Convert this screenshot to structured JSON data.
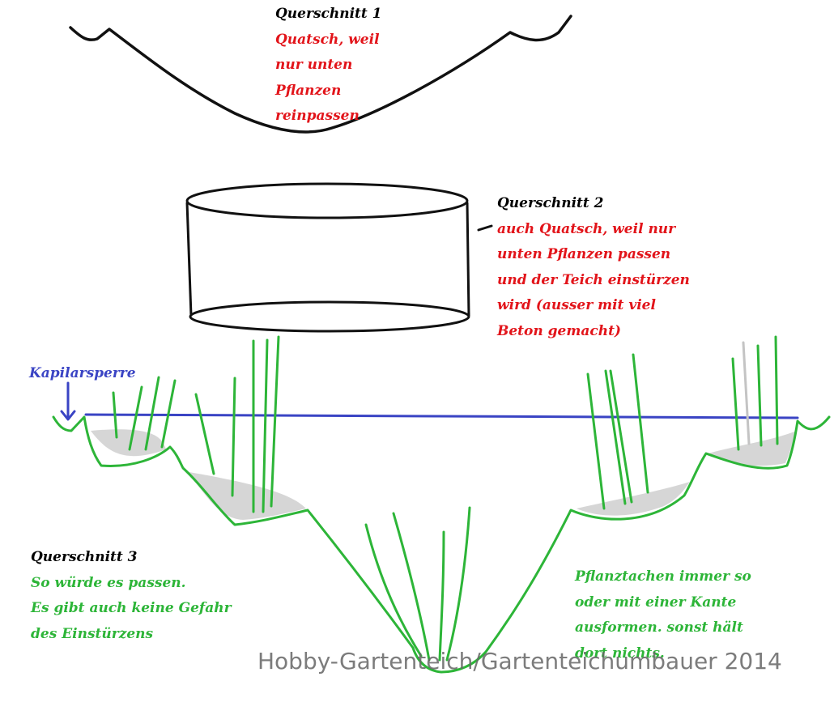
{
  "section1": {
    "heading": "Querschnitt 1",
    "lines": [
      "Quatsch, weil",
      "nur unten",
      "Pflanzen",
      "reinpassen"
    ]
  },
  "section2": {
    "heading": "Querschnitt 2",
    "lines": [
      "auch Quatsch, weil nur",
      "unten Pflanzen passen",
      "und der Teich einstürzen",
      "wird (ausser mit viel",
      "Beton gemacht)"
    ]
  },
  "section3": {
    "heading": "Querschnitt 3",
    "lines": [
      "So würde es passen.",
      "Es gibt auch keine Gefahr",
      "des Einstürzens"
    ]
  },
  "barrier_label": "Kapilarsperre",
  "shelf_note": {
    "lines": [
      "Pflanztachen immer so",
      "oder mit einer Kante",
      "ausformen. sonst hält",
      "dort nichts."
    ]
  },
  "watermark": "Hobby-Gartenteich/Gartenteichumbauer 2014",
  "colors": {
    "outline": "#111111",
    "red_text": "#e2141a",
    "green": "#2db538",
    "blue": "#3a44c4",
    "soil": "#c8c8c8"
  }
}
